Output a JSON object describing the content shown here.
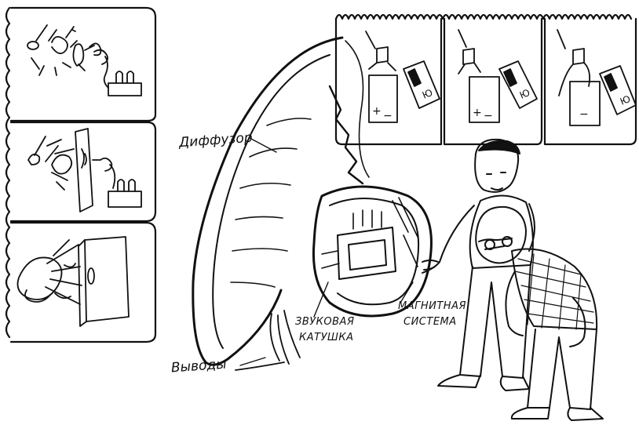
{
  "labels": {
    "diffuser": "Диффузор",
    "leads": "Выводы",
    "voice_coil_line1": "ЗВУКОВАЯ",
    "voice_coil_line2": "КАТУШКА",
    "magnet_line1": "МАГНИТНАЯ",
    "magnet_line2": "СИСТЕМА"
  },
  "battery_marks": {
    "plus": "+",
    "minus": "−",
    "cell": "Ю"
  },
  "colors": {
    "ink": "#111111",
    "paper": "#ffffff"
  }
}
